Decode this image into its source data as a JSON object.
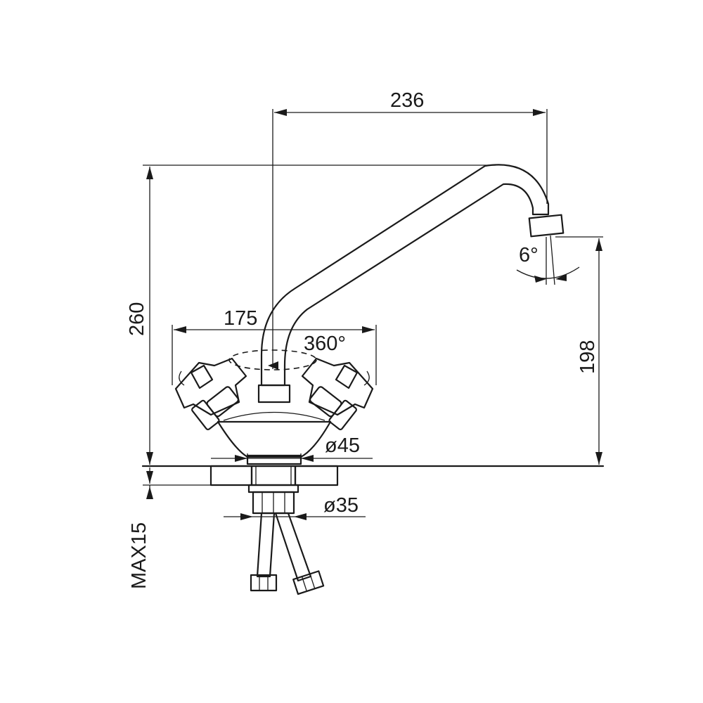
{
  "dimensions": {
    "spout_reach": "236",
    "total_height": "260",
    "handle_span": "175",
    "rotation": "360°",
    "outlet_angle": "6°",
    "outlet_height": "198",
    "base_diameter": "ø45",
    "shank_diameter": "ø35",
    "max_mounting_thickness": "MAX15"
  }
}
